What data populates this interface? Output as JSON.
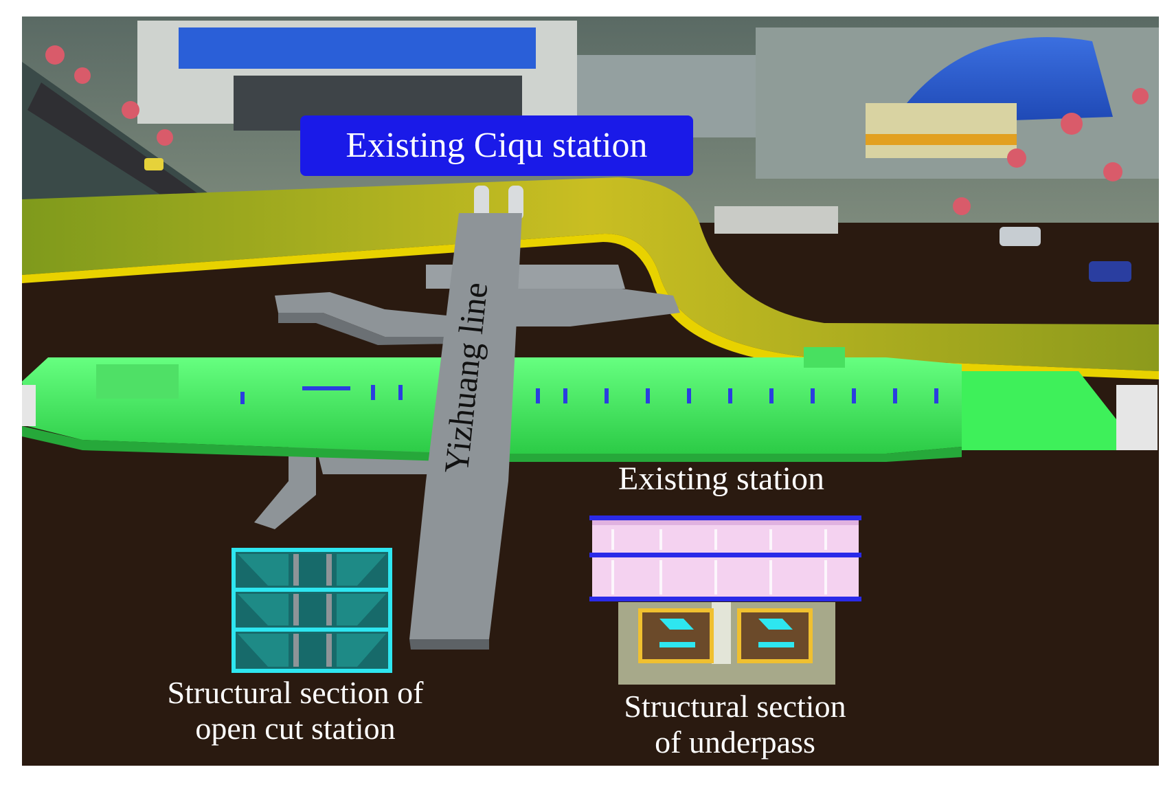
{
  "labels": {
    "ciqu_station": "Existing Ciqu station",
    "yizhuang_line": "Yizhuang line",
    "existing_station": "Existing station",
    "open_cut_line1": "Structural section of",
    "open_cut_line2": "open cut station",
    "underpass_line1": "Structural section",
    "underpass_line2": "of underpass"
  },
  "colors": {
    "ground": "#2a1a10",
    "station_green": "#3ef05a",
    "tunnel_gray": "#8e9498",
    "label_blue": "#1a1ae8",
    "section_cyan": "#2ee6f0",
    "section_pink": "#f4d2f0",
    "road_yellow": "#c8b400"
  }
}
